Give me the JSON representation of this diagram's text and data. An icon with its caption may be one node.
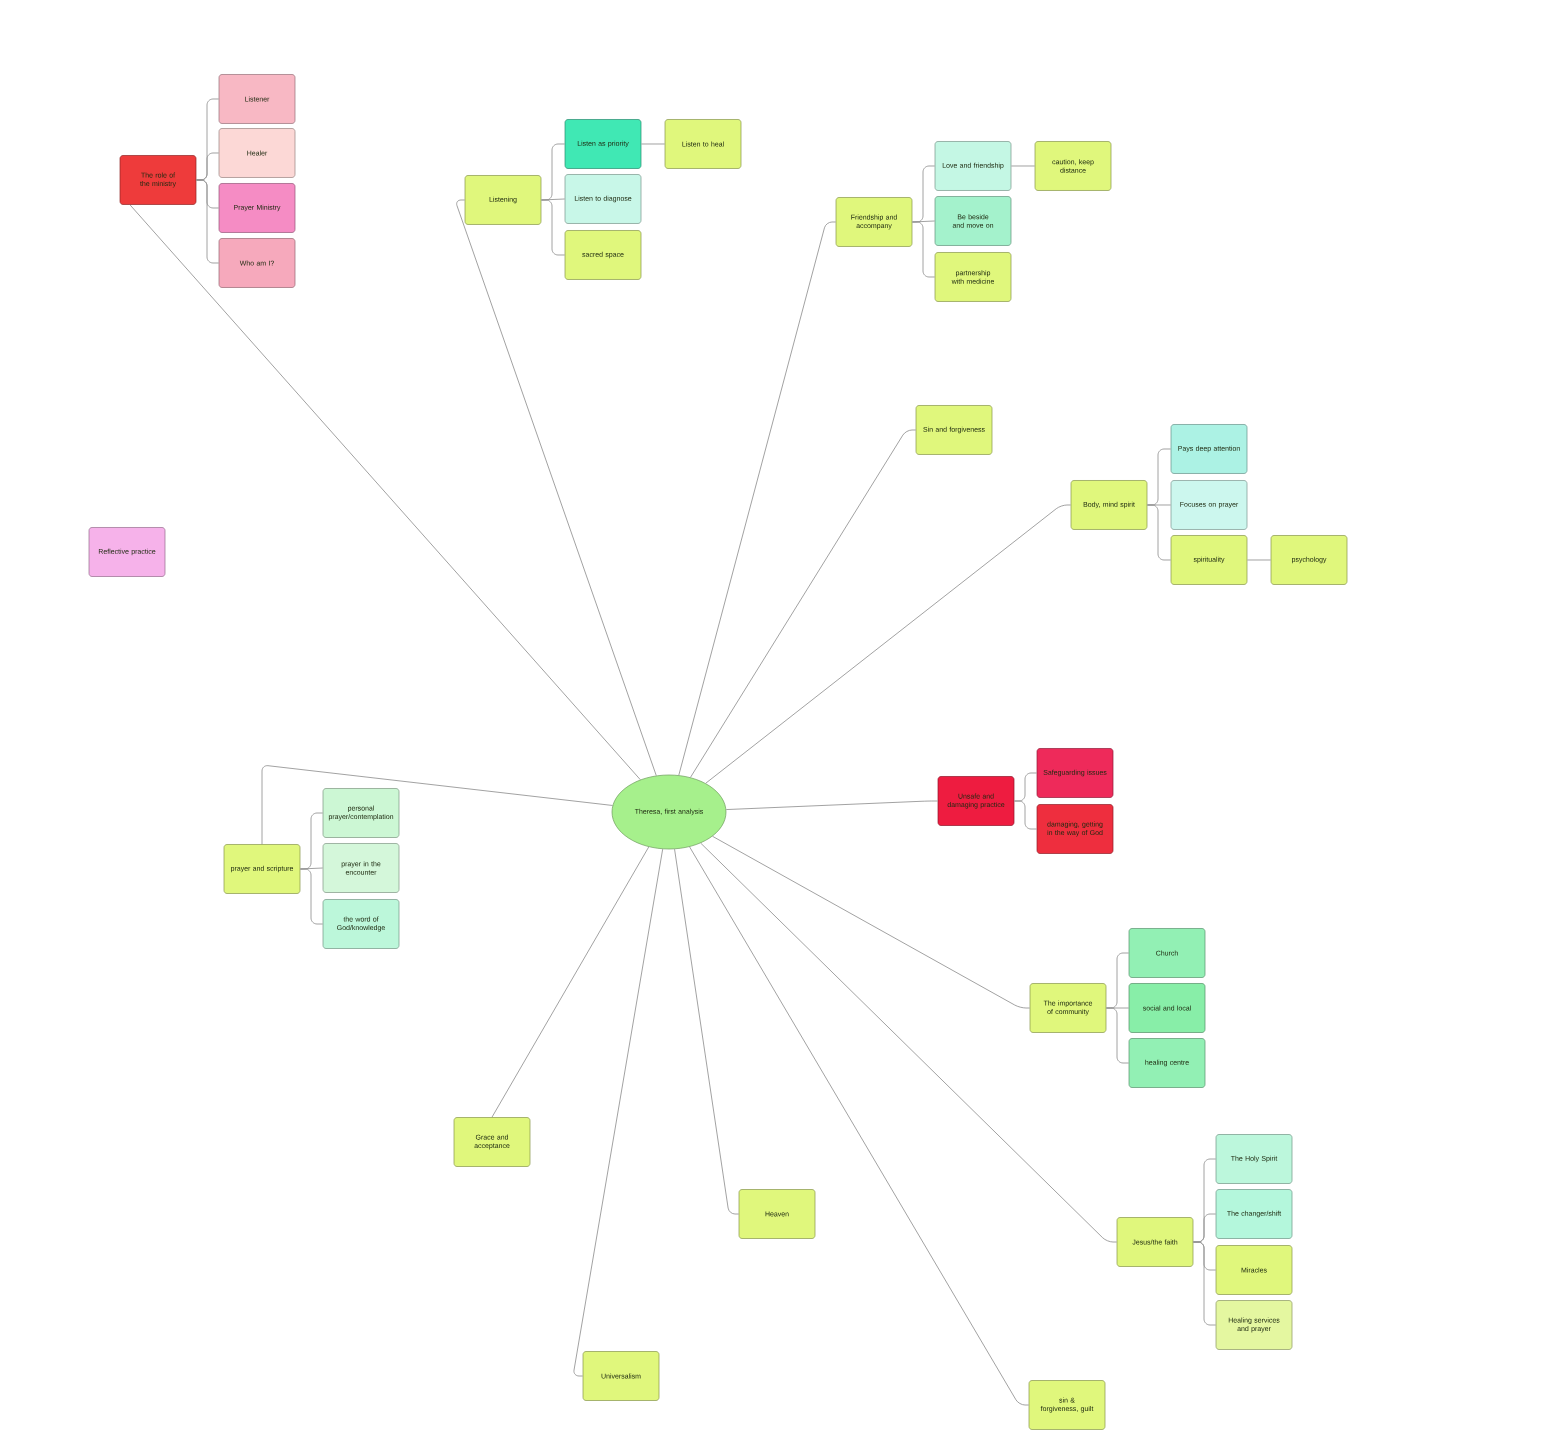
{
  "diagram": {
    "nodes": [
      {
        "text": [
          "Theresa, first analysis"
        ]
      },
      {
        "text": [
          "The role of the ministry"
        ]
      },
      {
        "text": [
          "Listener"
        ]
      },
      {
        "text": [
          "Healer"
        ]
      },
      {
        "text": [
          "Prayer Ministry"
        ]
      },
      {
        "text": [
          "Who am I?"
        ]
      },
      {
        "text": [
          "Listening"
        ]
      },
      {
        "text": [
          "Listen as priority"
        ]
      },
      {
        "text": [
          "Listen to heal"
        ]
      },
      {
        "text": [
          "Listen to diagnose"
        ]
      },
      {
        "text": [
          "sacred space"
        ]
      },
      {
        "text": [
          "Friendship and accompany"
        ]
      },
      {
        "text": [
          "Love and friendship"
        ]
      },
      {
        "text": [
          "caution, keep distance"
        ]
      },
      {
        "text": [
          "Be beside and move on"
        ]
      },
      {
        "text": [
          "partnership with medicine"
        ]
      },
      {
        "text": [
          "Sin and forgiveness"
        ]
      },
      {
        "text": [
          "Body, mind spirit"
        ]
      },
      {
        "text": [
          "Pays deep attention"
        ]
      },
      {
        "text": [
          "Focuses on prayer"
        ]
      },
      {
        "text": [
          "spirituality"
        ]
      },
      {
        "text": [
          "psychology"
        ]
      },
      {
        "text": [
          "Reflective practice"
        ]
      },
      {
        "text": [
          "prayer and scripture"
        ]
      },
      {
        "text": [
          "personal prayer/contemplation"
        ]
      },
      {
        "text": [
          "prayer in the encounter"
        ]
      },
      {
        "text": [
          "the word of God/knowledge"
        ]
      },
      {
        "text": [
          "Unsafe and damaging practice"
        ]
      },
      {
        "text": [
          "Safeguarding issues"
        ]
      },
      {
        "text": [
          "damaging, getting in the way of God"
        ]
      },
      {
        "text": [
          "The importance of community"
        ]
      },
      {
        "text": [
          "Church"
        ]
      },
      {
        "text": [
          "social and local"
        ]
      },
      {
        "text": [
          "healing centre"
        ]
      },
      {
        "text": [
          "Grace and acceptance"
        ]
      },
      {
        "text": [
          "Heaven"
        ]
      },
      {
        "text": [
          "Universalism"
        ]
      },
      {
        "text": [
          "Jesus/the faith"
        ]
      },
      {
        "text": [
          "The Holy Spirit"
        ]
      },
      {
        "text": [
          "The changer/shift"
        ]
      },
      {
        "text": [
          "Miracles"
        ]
      },
      {
        "text": [
          "Healing services and prayer"
        ]
      },
      {
        "text": [
          "sin & forgiveness, guilt"
        ]
      }
    ],
    "edges": [
      {
        "from": 0,
        "to": 1,
        "arrow": "none"
      },
      {
        "from": 1,
        "to": 2,
        "arrow": "none"
      },
      {
        "from": 1,
        "to": 3,
        "arrow": "none"
      },
      {
        "from": 1,
        "to": 4,
        "arrow": "none"
      },
      {
        "from": 1,
        "to": 5,
        "arrow": "none"
      },
      {
        "from": 0,
        "to": 6,
        "arrow": "none"
      },
      {
        "from": 6,
        "to": 7,
        "arrow": "none"
      },
      {
        "from": 7,
        "to": 8,
        "arrow": "none"
      },
      {
        "from": 6,
        "to": 9,
        "arrow": "none"
      },
      {
        "from": 6,
        "to": 10,
        "arrow": "none"
      },
      {
        "from": 0,
        "to": 11,
        "arrow": "none"
      },
      {
        "from": 11,
        "to": 12,
        "arrow": "none"
      },
      {
        "from": 12,
        "to": 13,
        "arrow": "none"
      },
      {
        "from": 11,
        "to": 14,
        "arrow": "none"
      },
      {
        "from": 11,
        "to": 15,
        "arrow": "none"
      },
      {
        "from": 0,
        "to": 16,
        "arrow": "none"
      },
      {
        "from": 0,
        "to": 17,
        "arrow": "none"
      },
      {
        "from": 17,
        "to": 18,
        "arrow": "none"
      },
      {
        "from": 17,
        "to": 19,
        "arrow": "none"
      },
      {
        "from": 17,
        "to": 20,
        "arrow": "none"
      },
      {
        "from": 20,
        "to": 21,
        "arrow": "none"
      },
      {
        "from": 0,
        "to": 23,
        "arrow": "none"
      },
      {
        "from": 23,
        "to": 24,
        "arrow": "none"
      },
      {
        "from": 23,
        "to": 25,
        "arrow": "none"
      },
      {
        "from": 23,
        "to": 26,
        "arrow": "none"
      },
      {
        "from": 0,
        "to": 27,
        "arrow": "none"
      },
      {
        "from": 27,
        "to": 28,
        "arrow": "none"
      },
      {
        "from": 27,
        "to": 29,
        "arrow": "none"
      },
      {
        "from": 0,
        "to": 30,
        "arrow": "none"
      },
      {
        "from": 30,
        "to": 31,
        "arrow": "none"
      },
      {
        "from": 30,
        "to": 32,
        "arrow": "none"
      },
      {
        "from": 30,
        "to": 33,
        "arrow": "none"
      },
      {
        "from": 0,
        "to": 34,
        "arrow": "none"
      },
      {
        "from": 0,
        "to": 35,
        "arrow": "none"
      },
      {
        "from": 0,
        "to": 36,
        "arrow": "none"
      },
      {
        "from": 0,
        "to": 37,
        "arrow": "none"
      },
      {
        "from": 37,
        "to": 38,
        "arrow": "none"
      },
      {
        "from": 37,
        "to": 39,
        "arrow": "none"
      },
      {
        "from": 37,
        "to": 40,
        "arrow": "none"
      },
      {
        "from": 37,
        "to": 41,
        "arrow": "none"
      },
      {
        "from": 0,
        "to": 42,
        "arrow": "none"
      }
    ]
  }
}
